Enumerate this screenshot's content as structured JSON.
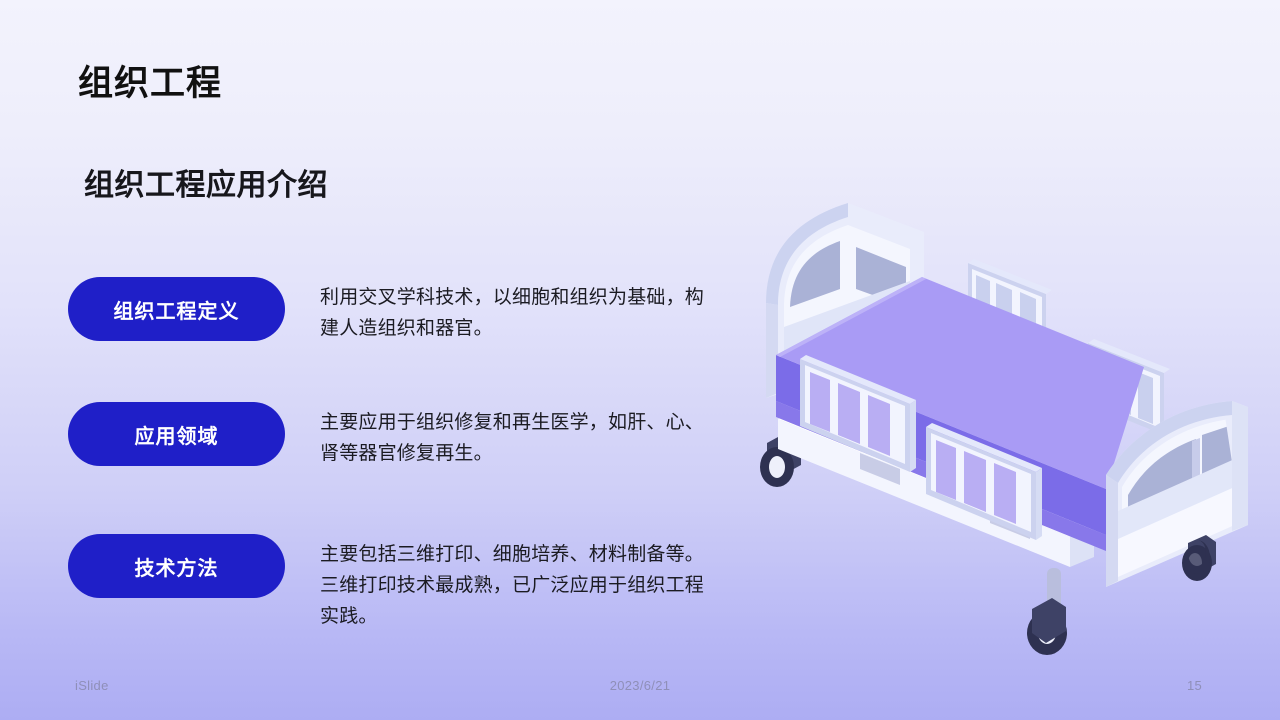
{
  "slide": {
    "title": "组织工程",
    "subtitle": "组织工程应用介绍",
    "accent_color": "#1f1fc8",
    "background_top_color": "#f3f3fd",
    "background_bottom_color": "#adadf3",
    "items": [
      {
        "label": "组织工程定义",
        "text": "利用交叉学科技术，以细胞和组织为基础，构建人造组织和器官。"
      },
      {
        "label": "应用领域",
        "text": "主要应用于组织修复和再生医学，如肝、心、肾等器官修复再生。"
      },
      {
        "label": "技术方法",
        "text": "主要包括三维打印、细胞培养、材料制备等。三维打印技术最成熟，已广泛应用于组织工程实践。"
      }
    ],
    "illustration": {
      "name": "isometric-hospital-bed",
      "mattress_color": "#a99bf5",
      "frame_color": "#e7e9fb",
      "caster_color": "#2e3151"
    },
    "footer": {
      "brand": "iSlide",
      "date": "2023/6/21",
      "page_number": "15"
    }
  }
}
